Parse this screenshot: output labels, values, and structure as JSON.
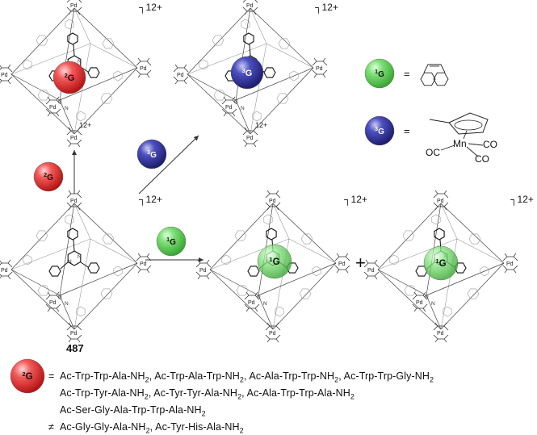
{
  "charges": {
    "cage_top_left": "12+",
    "cage_top_right": "12+",
    "cage_bottom_left": "12+",
    "cage_bottom_mid": "12+",
    "cage_bottom_right": "12+",
    "inner_top_left": "12+",
    "inner_top_right": "12+"
  },
  "compound_number": "487",
  "guests": {
    "g1": {
      "label": "1G",
      "sup": "1",
      "base": "G",
      "color": "#6fd66a"
    },
    "g2": {
      "label": "2G",
      "sup": "2",
      "base": "G",
      "color": "#e53a3a"
    },
    "g3": {
      "label": "3G",
      "sup": "3",
      "base": "G",
      "color": "#3d3fa0"
    }
  },
  "legend": {
    "eq": "=",
    "g3_metal": "Mn",
    "co1": "CO",
    "co2": "CO",
    "co3": "OC"
  },
  "plus": "+",
  "peptides": {
    "eq": "=",
    "neq": "≠",
    "line1": [
      "Ac-Trp-Trp-Ala-NH",
      "Ac-Trp-Ala-Trp-NH",
      "Ac-Ala-Trp-Trp-NH",
      "Ac-Trp-Trp-Gly-NH"
    ],
    "line2": [
      "Ac-Trp-Tyr-Ala-NH",
      "Ac-Tyr-Tyr-Ala-NH",
      "Ac-Ala-Trp-Trp-Ala-NH"
    ],
    "line3": "Ac-Ser-Gly-Ala-Trp-Trp-Ala-NH",
    "line4": [
      "Ac-Gly-Gly-Ala-NH",
      "Ac-Tyr-His-Ala-NH"
    ],
    "sub": "2",
    "comma": ","
  },
  "atom_labels": {
    "pd": "Pd",
    "n": "N"
  }
}
